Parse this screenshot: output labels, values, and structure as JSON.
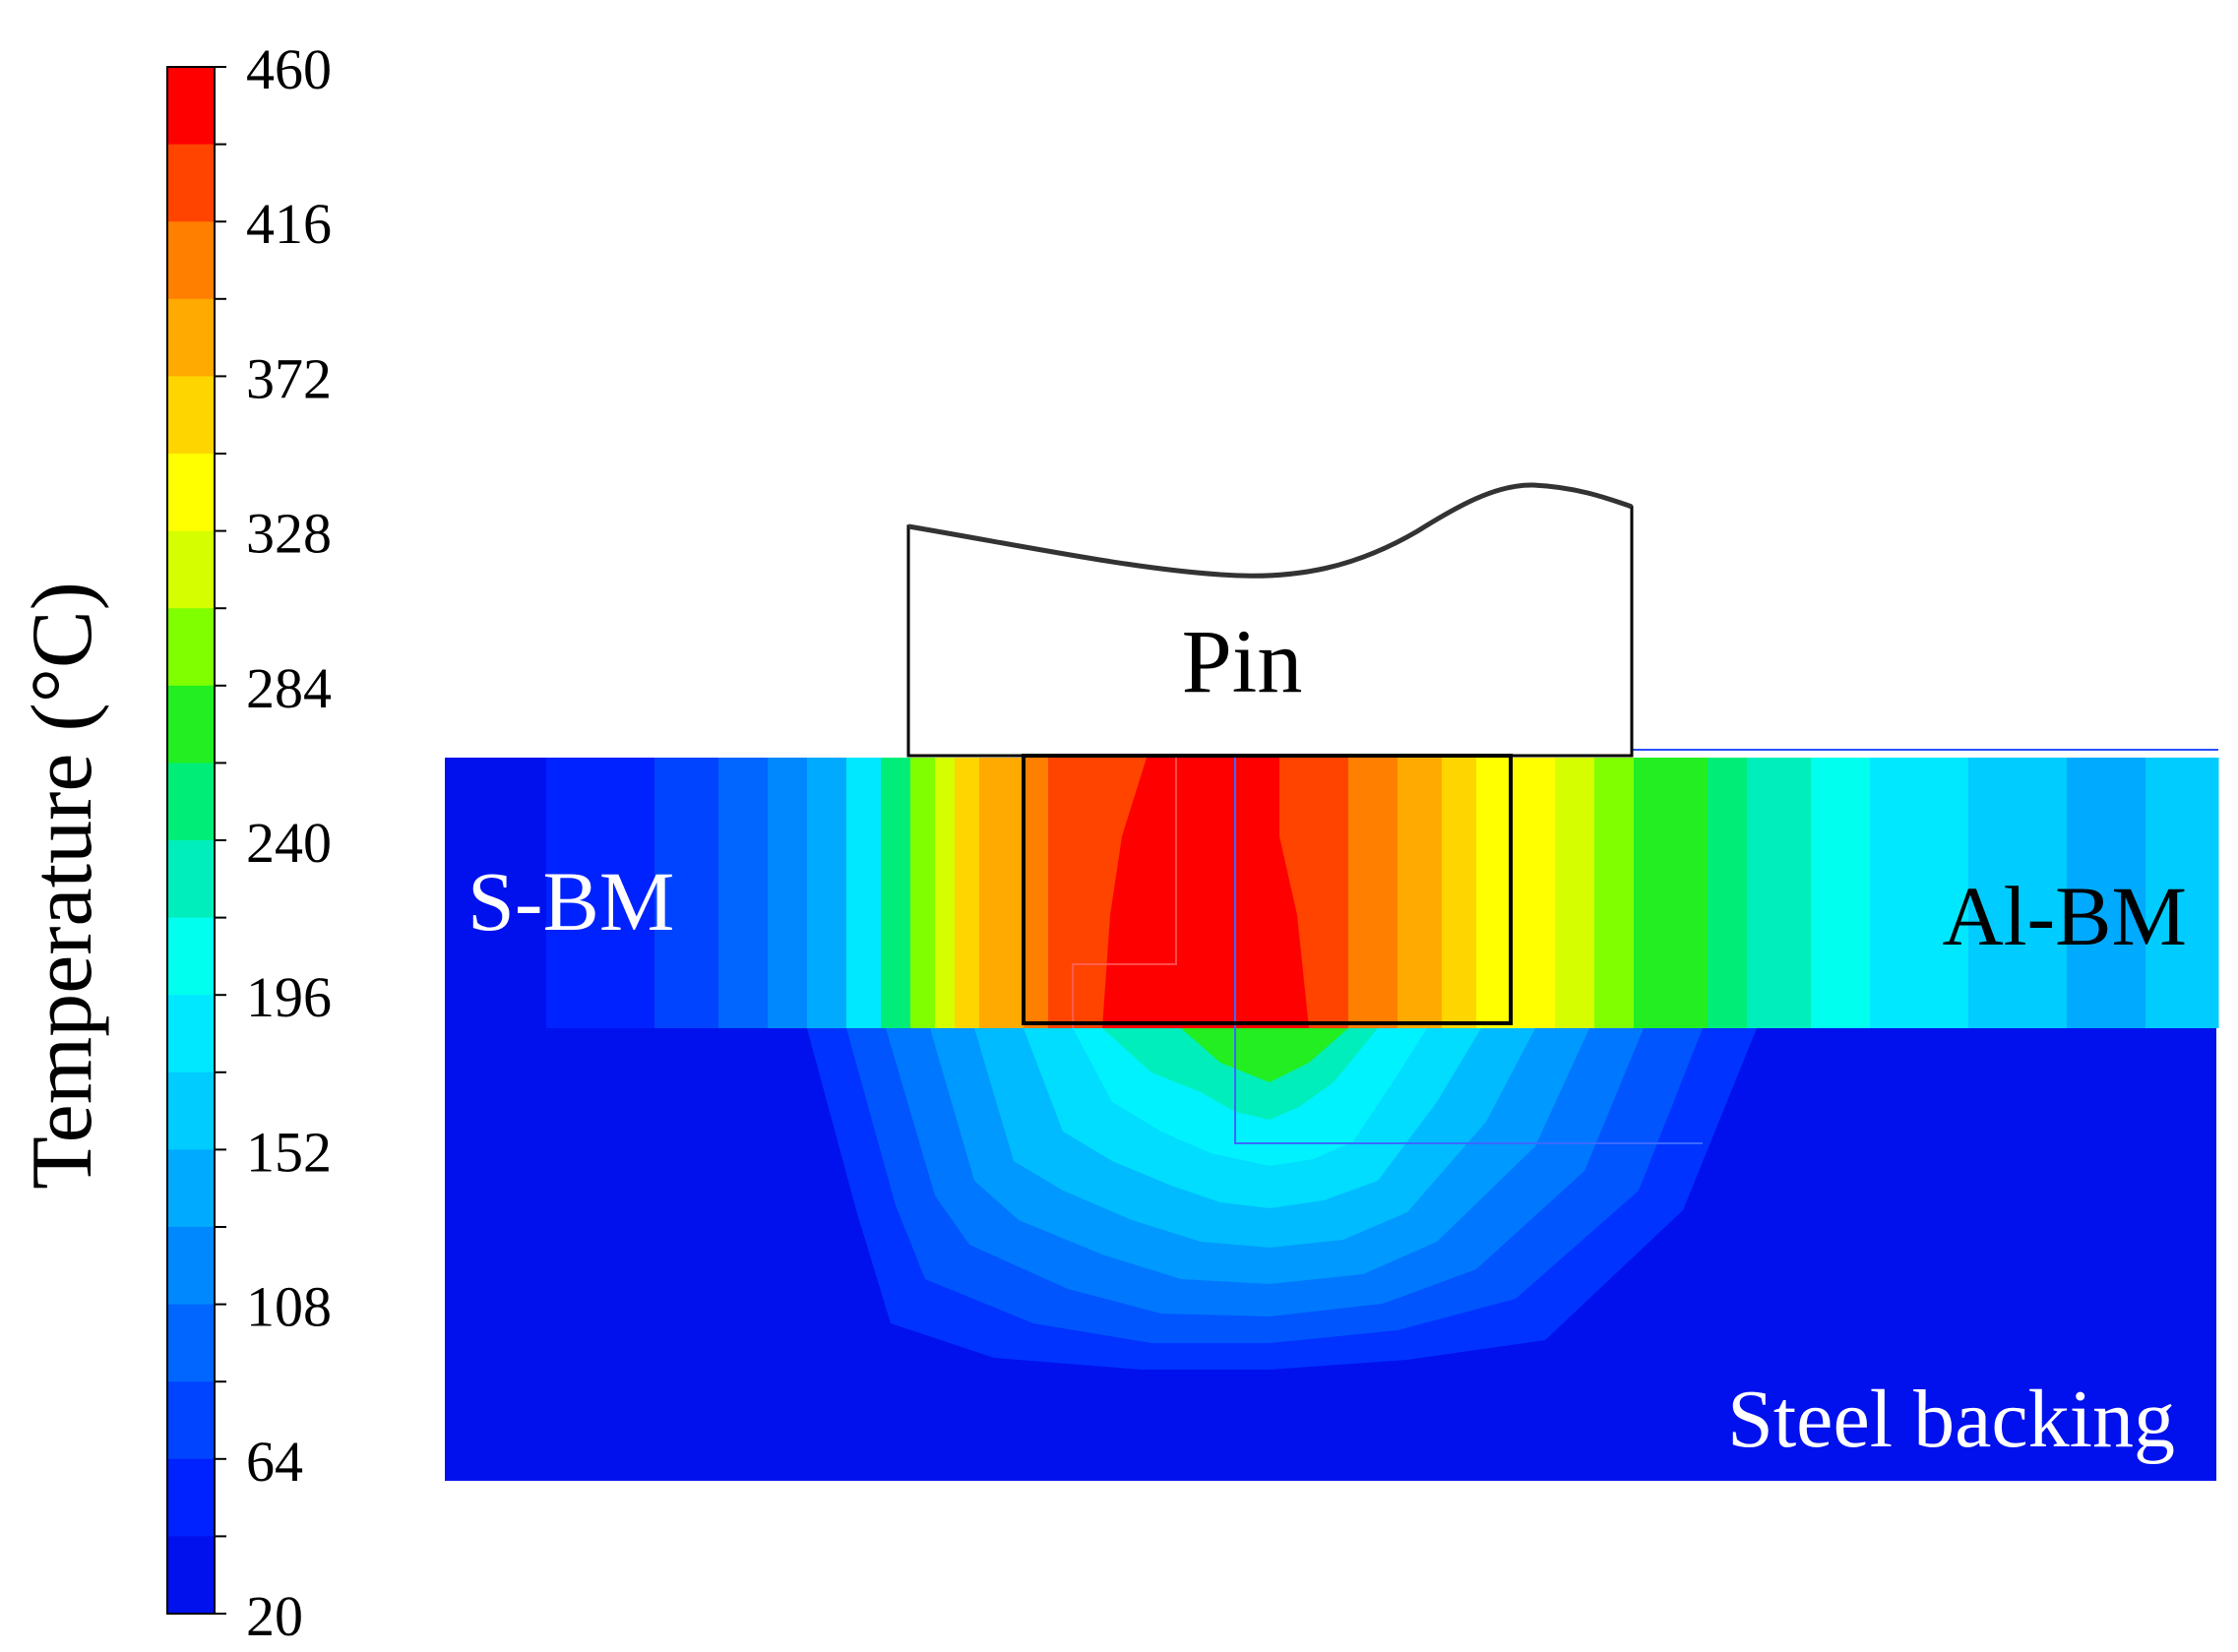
{
  "colorbar": {
    "title": "Temperature (°C)",
    "tick_labels": [
      "460",
      "416",
      "372",
      "328",
      "284",
      "240",
      "196",
      "152",
      "108",
      "64",
      "20"
    ],
    "min": 20,
    "max": 460,
    "colors_top_to_bottom": [
      "#ff0000",
      "#ff4400",
      "#ff7f00",
      "#ffaa00",
      "#ffd500",
      "#ffff00",
      "#d5ff00",
      "#7fff00",
      "#22ee22",
      "#00ee77",
      "#00eebb",
      "#00ffee",
      "#00e8ff",
      "#00ccff",
      "#00aaff",
      "#0088ff",
      "#0066ff",
      "#0044ff",
      "#0022ff",
      "#0011ee"
    ]
  },
  "labels": {
    "pin": "Pin",
    "left_region": "S-BM",
    "right_region": "Al-BM",
    "bottom_region": "Steel backing"
  },
  "colors": {
    "background": "#ffffff",
    "outline": "#000000",
    "label_light": "#ffffff",
    "label_dark": "#000000"
  }
}
